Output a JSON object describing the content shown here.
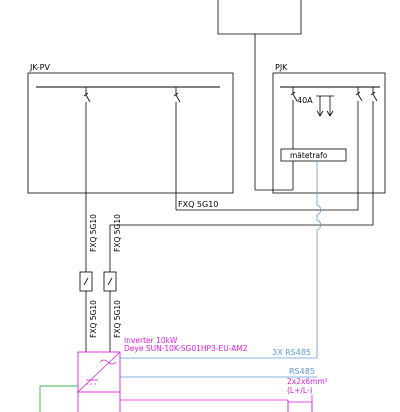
{
  "enclosures": {
    "jk_pv": {
      "label": "JK-PV"
    },
    "pjk": {
      "label": "PJK",
      "breaker_rating": "40A",
      "meter_label": "mätetrafo"
    }
  },
  "cables": {
    "main_feed": "FXQ 5G10",
    "string_left_upper": "FXQ 5G10",
    "string_right_upper": "FXQ 5G10",
    "string_left_lower": "FXQ 5G10",
    "string_right_lower": "FXQ 5G10",
    "comm_meter": "3X RS485",
    "comm_bus": "RS485",
    "battery_cable": "2x2x6mm²",
    "battery_polarity": "(L+/L-)"
  },
  "inverter": {
    "title": "Inverter 10kW",
    "model": "Deye SUN-10K-SG01HP3-EU-AM2"
  },
  "colors": {
    "line": "#000000",
    "comm": "#5b9bd5",
    "inverter": "#e020e0",
    "ground": "#3cb44b"
  }
}
